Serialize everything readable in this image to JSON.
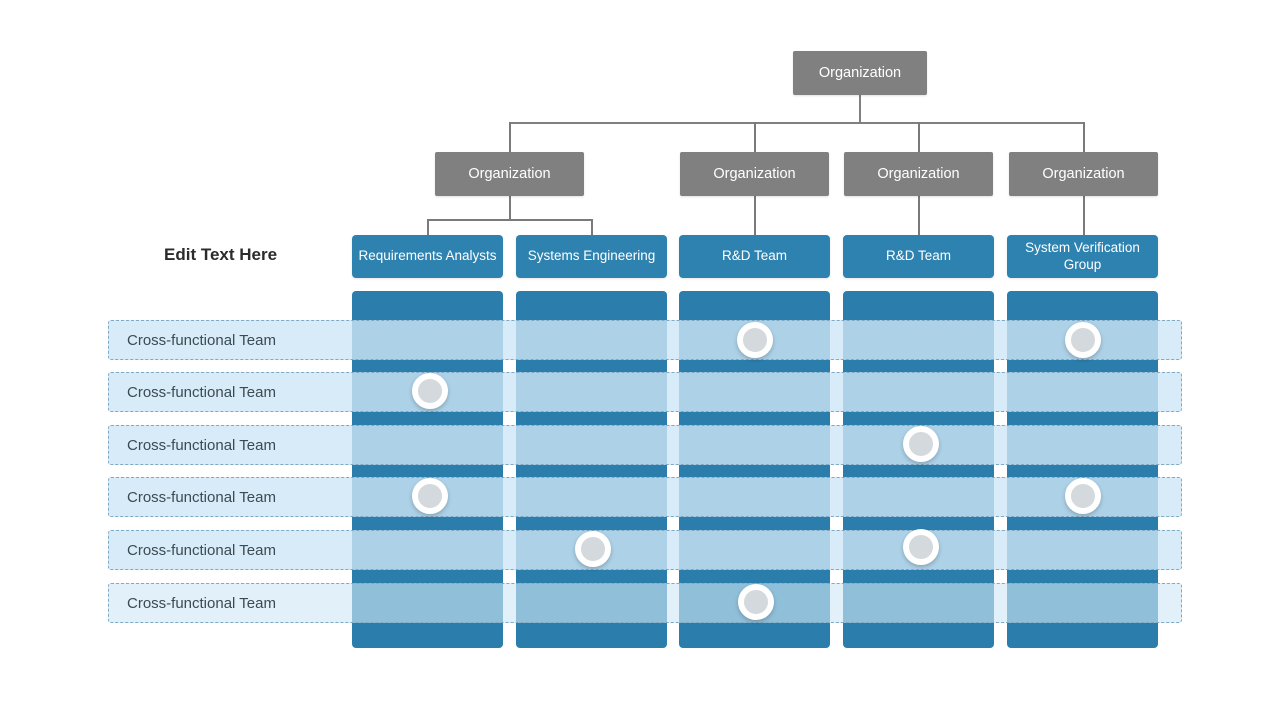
{
  "diagram": {
    "title_row_label": "Edit Text Here",
    "root": {
      "label": "Organization"
    },
    "divisions": [
      {
        "label": "Organization"
      },
      {
        "label": "Organization"
      },
      {
        "label": "Organization"
      },
      {
        "label": "Organization"
      }
    ],
    "teams": [
      {
        "label": "Requirements Analysts"
      },
      {
        "label": "Systems Engineering"
      },
      {
        "label": "R&D Team"
      },
      {
        "label": "R&D Team"
      },
      {
        "label": "System Verification Group"
      }
    ],
    "rows": [
      {
        "label": "Cross-functional Team",
        "nodes": [
          false,
          false,
          true,
          false,
          true
        ]
      },
      {
        "label": "Cross-functional Team",
        "nodes": [
          true,
          false,
          false,
          false,
          false
        ]
      },
      {
        "label": "Cross-functional Team",
        "nodes": [
          false,
          false,
          false,
          true,
          false
        ]
      },
      {
        "label": "Cross-functional Team",
        "nodes": [
          true,
          false,
          false,
          false,
          true
        ]
      },
      {
        "label": "Cross-functional Team",
        "nodes": [
          false,
          true,
          false,
          true,
          false
        ]
      },
      {
        "label": "Cross-functional Team",
        "nodes": [
          false,
          false,
          true,
          false,
          false
        ]
      }
    ],
    "colors": {
      "org_box": "#808080",
      "team_box": "#2E82B0",
      "column_band": "#2B7EAC",
      "row_band": "#CEE6F6",
      "row_border": "#7FA9C4",
      "node_fill": "#D4D9DD",
      "node_ring": "#FFFFFF",
      "connector": "#808080",
      "label_text": "#2B2B2B",
      "background": "#FFFFFF"
    }
  }
}
